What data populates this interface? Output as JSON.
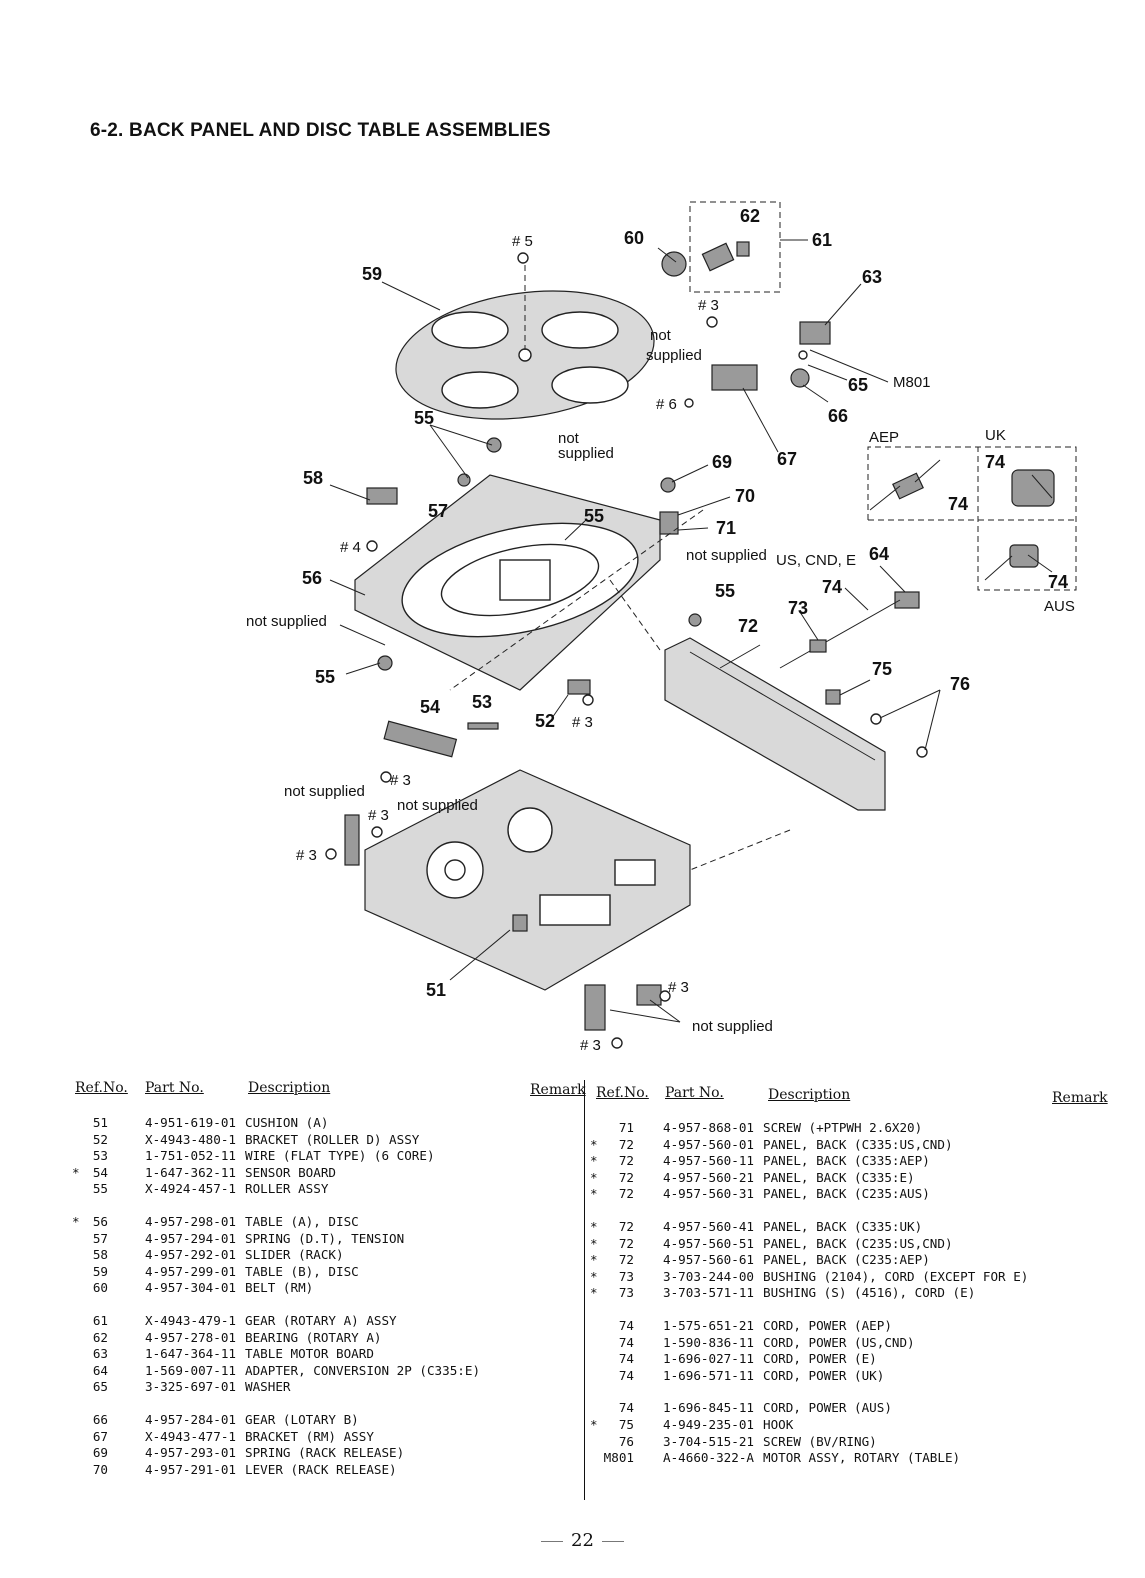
{
  "page_title": "6-2.  BACK PANEL AND DISC TABLE ASSEMBLIES",
  "diagram": {
    "callouts": [
      "59",
      "60",
      "62",
      "61",
      "63",
      "65",
      "66",
      "67",
      "55",
      "58",
      "57",
      "56",
      "55",
      "55",
      "54",
      "53",
      "52",
      "51",
      "69",
      "70",
      "71",
      "64",
      "74",
      "73",
      "72",
      "75",
      "76",
      "M801"
    ],
    "screw_labels": [
      "# 5",
      "# 3",
      "# 6",
      "# 4",
      "# 3",
      "# 3",
      "# 3",
      "# 3",
      "# 3",
      "# 3"
    ],
    "notes": {
      "not_supplied_1": "not",
      "not_supplied_1b": "supplied",
      "not_supplied_2": "not",
      "not_supplied_2b": "supplied",
      "not_supplied_3": "not supplied",
      "not_supplied_4": "not supplied",
      "not_supplied_5": "not supplied",
      "not_supplied_6": "not supplied",
      "not_supplied_7": "not supplied",
      "region_aep": "AEP",
      "region_uk": "UK",
      "region_aus": "AUS",
      "region_us": "US, CND, E"
    }
  },
  "table_headers": {
    "ref_no": "Ref.No.",
    "part_no": "Part No.",
    "description": "Description",
    "remark": "Remark"
  },
  "left_table": [
    [
      {
        "mark": "",
        "ref": "51",
        "part": "4-951-619-01",
        "desc": "CUSHION (A)"
      },
      {
        "mark": "",
        "ref": "52",
        "part": "X-4943-480-1",
        "desc": "BRACKET (ROLLER D) ASSY"
      },
      {
        "mark": "",
        "ref": "53",
        "part": "1-751-052-11",
        "desc": "WIRE (FLAT TYPE) (6 CORE)"
      },
      {
        "mark": "*",
        "ref": "54",
        "part": "1-647-362-11",
        "desc": "SENSOR BOARD"
      },
      {
        "mark": "",
        "ref": "55",
        "part": "X-4924-457-1",
        "desc": "ROLLER ASSY"
      }
    ],
    [
      {
        "mark": "*",
        "ref": "56",
        "part": "4-957-298-01",
        "desc": "TABLE (A), DISC"
      },
      {
        "mark": "",
        "ref": "57",
        "part": "4-957-294-01",
        "desc": "SPRING (D.T), TENSION"
      },
      {
        "mark": "",
        "ref": "58",
        "part": "4-957-292-01",
        "desc": "SLIDER (RACK)"
      },
      {
        "mark": "",
        "ref": "59",
        "part": "4-957-299-01",
        "desc": "TABLE (B), DISC"
      },
      {
        "mark": "",
        "ref": "60",
        "part": "4-957-304-01",
        "desc": "BELT (RM)"
      }
    ],
    [
      {
        "mark": "",
        "ref": "61",
        "part": "X-4943-479-1",
        "desc": "GEAR (ROTARY A) ASSY"
      },
      {
        "mark": "",
        "ref": "62",
        "part": "4-957-278-01",
        "desc": "BEARING (ROTARY A)"
      },
      {
        "mark": "",
        "ref": "63",
        "part": "1-647-364-11",
        "desc": "TABLE MOTOR BOARD"
      },
      {
        "mark": "",
        "ref": "64",
        "part": "1-569-007-11",
        "desc": "ADAPTER, CONVERSION 2P (C335:E)"
      },
      {
        "mark": "",
        "ref": "65",
        "part": "3-325-697-01",
        "desc": "WASHER"
      }
    ],
    [
      {
        "mark": "",
        "ref": "66",
        "part": "4-957-284-01",
        "desc": "GEAR (LOTARY B)"
      },
      {
        "mark": "",
        "ref": "67",
        "part": "X-4943-477-1",
        "desc": "BRACKET (RM) ASSY"
      },
      {
        "mark": "",
        "ref": "69",
        "part": "4-957-293-01",
        "desc": "SPRING (RACK RELEASE)"
      },
      {
        "mark": "",
        "ref": "70",
        "part": "4-957-291-01",
        "desc": "LEVER (RACK RELEASE)"
      }
    ]
  ],
  "right_table": [
    [
      {
        "mark": "",
        "ref": "71",
        "part": "4-957-868-01",
        "desc": "SCREW (+PTPWH 2.6X20)"
      },
      {
        "mark": "*",
        "ref": "72",
        "part": "4-957-560-01",
        "desc": "PANEL, BACK (C335:US,CND)"
      },
      {
        "mark": "*",
        "ref": "72",
        "part": "4-957-560-11",
        "desc": "PANEL, BACK (C335:AEP)"
      },
      {
        "mark": "*",
        "ref": "72",
        "part": "4-957-560-21",
        "desc": "PANEL, BACK (C335:E)"
      },
      {
        "mark": "*",
        "ref": "72",
        "part": "4-957-560-31",
        "desc": "PANEL, BACK (C235:AUS)"
      }
    ],
    [
      {
        "mark": "*",
        "ref": "72",
        "part": "4-957-560-41",
        "desc": "PANEL, BACK (C335:UK)"
      },
      {
        "mark": "*",
        "ref": "72",
        "part": "4-957-560-51",
        "desc": "PANEL, BACK (C235:US,CND)"
      },
      {
        "mark": "*",
        "ref": "72",
        "part": "4-957-560-61",
        "desc": "PANEL, BACK (C235:AEP)"
      },
      {
        "mark": "*",
        "ref": "73",
        "part": "3-703-244-00",
        "desc": "BUSHING (2104), CORD (EXCEPT FOR E)"
      },
      {
        "mark": "*",
        "ref": "73",
        "part": "3-703-571-11",
        "desc": "BUSHING (S) (4516), CORD (E)"
      }
    ],
    [
      {
        "mark": "",
        "ref": "74",
        "part": "1-575-651-21",
        "desc": "CORD, POWER (AEP)"
      },
      {
        "mark": "",
        "ref": "74",
        "part": "1-590-836-11",
        "desc": "CORD, POWER (US,CND)"
      },
      {
        "mark": "",
        "ref": "74",
        "part": "1-696-027-11",
        "desc": "CORD, POWER (E)"
      },
      {
        "mark": "",
        "ref": "74",
        "part": "1-696-571-11",
        "desc": "CORD, POWER (UK)"
      }
    ],
    [
      {
        "mark": "",
        "ref": "74",
        "part": "1-696-845-11",
        "desc": "CORD, POWER (AUS)"
      },
      {
        "mark": "*",
        "ref": "75",
        "part": "4-949-235-01",
        "desc": "HOOK"
      },
      {
        "mark": "",
        "ref": "76",
        "part": "3-704-515-21",
        "desc": "SCREW (BV/RING)"
      },
      {
        "mark": "",
        "ref": "M801",
        "part": "A-4660-322-A",
        "desc": "MOTOR ASSY, ROTARY (TABLE)"
      }
    ]
  ],
  "page_number": "22"
}
